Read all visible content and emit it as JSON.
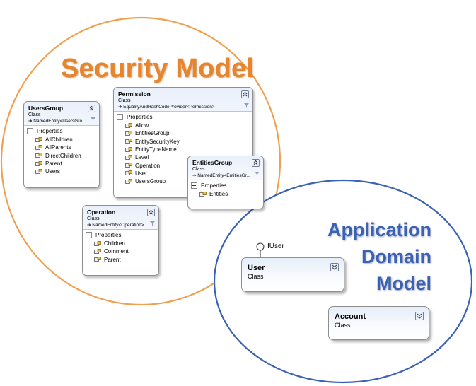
{
  "titles": {
    "security": "Security Model",
    "application_lines": [
      "Application",
      "Domain",
      "Model"
    ]
  },
  "colors": {
    "security_circle": "#f0a050",
    "security_title": "#e8852a",
    "application_circle": "#3a62b4",
    "application_title": "#3a62b4"
  },
  "security_classes": {
    "users_group": {
      "name": "UsersGroup",
      "kind": "Class",
      "base": "➔ NamedEntity<UsersGro...",
      "section": "Properties",
      "properties": [
        "AllChildren",
        "AllParents",
        "DirectChildren",
        "Parent",
        "Users"
      ]
    },
    "permission": {
      "name": "Permission",
      "kind": "Class",
      "base": "➔ EqualityAndHashCodeProvider<Permission>",
      "section": "Properties",
      "properties": [
        "Allow",
        "EntitiesGroup",
        "EntitySecurityKey",
        "EntityTypeName",
        "Level",
        "Operation",
        "User",
        "UsersGroup"
      ]
    },
    "entities_group": {
      "name": "EntitiesGroup",
      "kind": "Class",
      "base": "➔ NamedEntity<EntitiesGr...",
      "section": "Properties",
      "properties": [
        "Entities"
      ]
    },
    "operation": {
      "name": "Operation",
      "kind": "Class",
      "base": "➔ NamedEntity<Operation>",
      "section": "Properties",
      "properties": [
        "Children",
        "Comment",
        "Parent"
      ]
    }
  },
  "domain_classes": {
    "user": {
      "name": "User",
      "kind": "Class",
      "interface": "IUser"
    },
    "account": {
      "name": "Account",
      "kind": "Class"
    }
  },
  "icons": {
    "expand": "double-chevron-up-icon",
    "collapse": "double-chevron-down-icon",
    "filter": "filter-icon",
    "property": "property-icon",
    "section_toggle": "minus-box-icon",
    "interface": "lollipop-interface-icon"
  }
}
